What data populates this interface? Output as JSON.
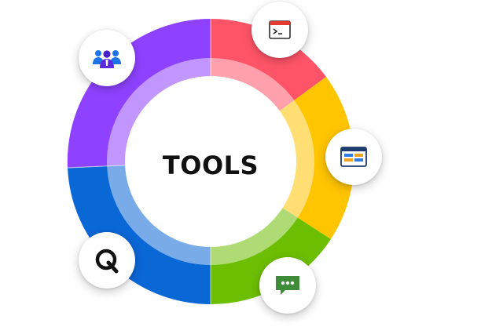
{
  "center": {
    "title": "TOOLS"
  },
  "colors": {
    "red": "#FF5468",
    "yellow": "#FFC500",
    "green": "#6CBE00",
    "blue": "#0A67D6",
    "purple": "#8E42FF"
  },
  "segments": [
    {
      "name": "red",
      "color": "#FF5468"
    },
    {
      "name": "yellow",
      "color": "#FFC500"
    },
    {
      "name": "green",
      "color": "#6CBE00"
    },
    {
      "name": "blue",
      "color": "#0A67D6"
    },
    {
      "name": "purple",
      "color": "#8E42FF"
    }
  ],
  "icons": {
    "top_left": "team-icon",
    "top_right": "terminal-icon",
    "right": "dashboard-icon",
    "bottom_right": "chat-icon",
    "bottom_left": "q-logo-icon"
  }
}
